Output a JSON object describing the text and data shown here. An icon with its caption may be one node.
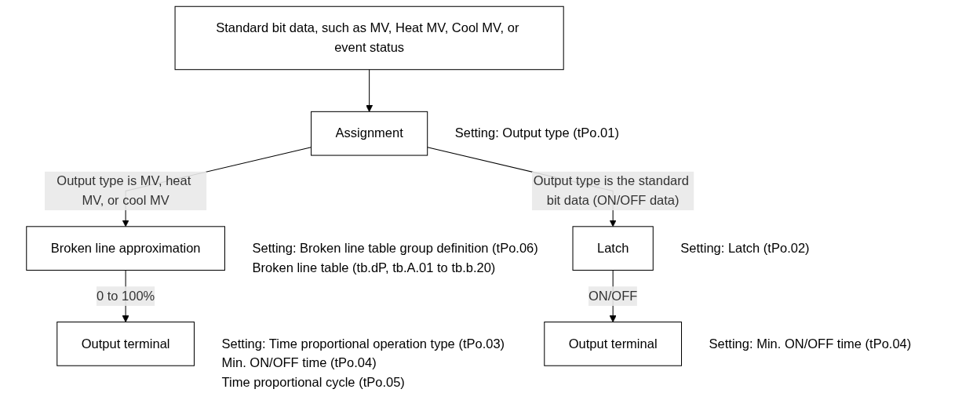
{
  "diagram": {
    "nodes": [
      {
        "text": [
          "Standard bit data, such as MV, Heat MV, Cool MV, or event status"
        ]
      },
      {
        "text": [
          "Assignment"
        ],
        "beside": [
          "Setting: Output type (tPo.01)"
        ]
      },
      {
        "text": [
          "Broken line approximation"
        ],
        "beside": [
          "Setting: Broken line table group definition (tPo.06)",
          "Broken line table (tb.dP, tb.A.01 to tb.b.20)"
        ]
      },
      {
        "text": [
          "Latch"
        ],
        "beside": [
          "Setting: Latch (tPo.02)"
        ]
      },
      {
        "text": [
          "Output terminal"
        ],
        "beside": [
          "Setting: Time proportional operation type (tPo.03)",
          "Min. ON/OFF time (tPo.04)",
          "Time proportional cycle (tPo.05)"
        ]
      },
      {
        "text": [
          "Output terminal"
        ],
        "beside": [
          "Setting: Min. ON/OFF time (tPo.04)"
        ]
      }
    ],
    "edges": [
      {
        "from": 0,
        "to": 1,
        "arrow": "to"
      },
      {
        "from": 1,
        "to": 2,
        "arrow": "to",
        "label": "Output type is MV, heat MV, or cool MV"
      },
      {
        "from": 1,
        "to": 3,
        "arrow": "to",
        "label": "Output type is the standard bit data (ON/OFF data)"
      },
      {
        "from": 2,
        "to": 4,
        "arrow": "to",
        "label": "0 to 100%"
      },
      {
        "from": 3,
        "to": 5,
        "arrow": "to",
        "label": "ON/OFF"
      }
    ]
  }
}
